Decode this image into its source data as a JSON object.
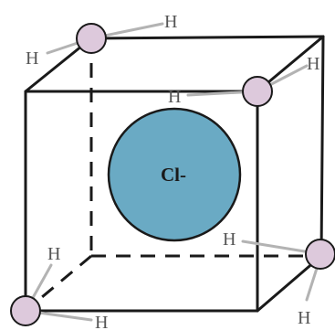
{
  "diagram": {
    "central_ion": {
      "label": "Cl-",
      "color": "#6aaac4"
    },
    "hydrogen_atom_color": "#ddc9dc",
    "h_label": "H",
    "molecules": [
      {
        "corner": "back-top-left",
        "labels": [
          "H",
          "H"
        ]
      },
      {
        "corner": "front-top-right",
        "labels": [
          "H",
          "H"
        ]
      },
      {
        "corner": "back-bottom-right",
        "labels": [
          "H",
          "H"
        ]
      },
      {
        "corner": "front-bottom-left",
        "labels": [
          "H",
          "H"
        ]
      }
    ]
  }
}
